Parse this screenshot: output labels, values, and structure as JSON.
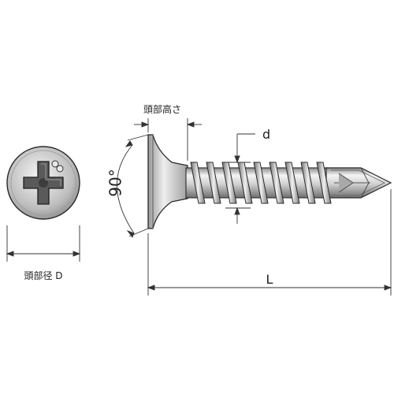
{
  "labels": {
    "head_height": "頭部高さ",
    "thread_diameter": "d",
    "angle": "90°",
    "head_diameter": "頭部径 D",
    "length": "L"
  },
  "colors": {
    "line": "#333333",
    "metal_light": "#f2f2f2",
    "metal_mid": "#c8c8c8",
    "metal_dark": "#7a7a7a",
    "outline": "#2a2a2a"
  },
  "icons": {
    "head_recess": "phillips-cross-recess-icon",
    "marking": "double-circle-mark-icon"
  }
}
